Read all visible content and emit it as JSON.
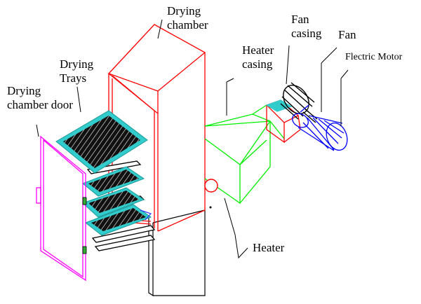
{
  "labels": {
    "drying_chamber": "Drying\nchamber",
    "drying_trays": "Drying\nTrays",
    "drying_chamber_door": "Drying\nchamber door",
    "heater_casing": "Heater\ncasing",
    "fan_casing": "Fan\ncasing",
    "fan": "Fan",
    "electric_motor": "Flectric Motor",
    "heater": "Heater"
  },
  "colors": {
    "chamber": "#ff0000",
    "door": "#ff00ff",
    "tray_border": "#33cccc",
    "tray_fill": "#111111",
    "heater_casing": "#00ee00",
    "fan_casing": "#ff0000",
    "fan": "#000000",
    "motor": "#0000ff",
    "leader": "#000000"
  }
}
